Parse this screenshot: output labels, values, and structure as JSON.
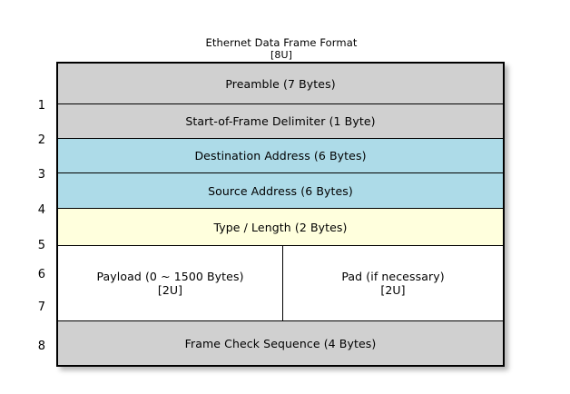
{
  "diagram": {
    "title": "Ethernet Data Frame Format",
    "title_sub": "[8U]",
    "background_color": "#ffffff",
    "border_color": "#000000",
    "colors": {
      "gray": "#d0d0d0",
      "blue": "#addbe8",
      "yellow": "#ffffdd",
      "white": "#ffffff"
    },
    "row_numbers": [
      "1",
      "2",
      "3",
      "4",
      "5",
      "6",
      "7",
      "8"
    ],
    "rows": [
      {
        "number": "1",
        "label": "Preamble (7 Bytes)",
        "fill": "gray"
      },
      {
        "number": "2",
        "label": "Start-of-Frame Delimiter (1 Byte)",
        "fill": "gray"
      },
      {
        "number": "3",
        "label": "Destination Address (6 Bytes)",
        "fill": "blue"
      },
      {
        "number": "4",
        "label": "Source Address (6 Bytes)",
        "fill": "blue"
      },
      {
        "number": "5",
        "label": "Type / Length (2 Bytes)",
        "fill": "yellow"
      },
      {
        "number": "6-7",
        "fill": "white",
        "split": true,
        "left_label": "Payload (0 ~ 1500 Bytes)",
        "left_sub": "[2U]",
        "right_label": "Pad (if necessary)",
        "right_sub": "[2U]"
      },
      {
        "number": "8",
        "label": "Frame Check Sequence (4 Bytes)",
        "fill": "gray"
      }
    ]
  }
}
